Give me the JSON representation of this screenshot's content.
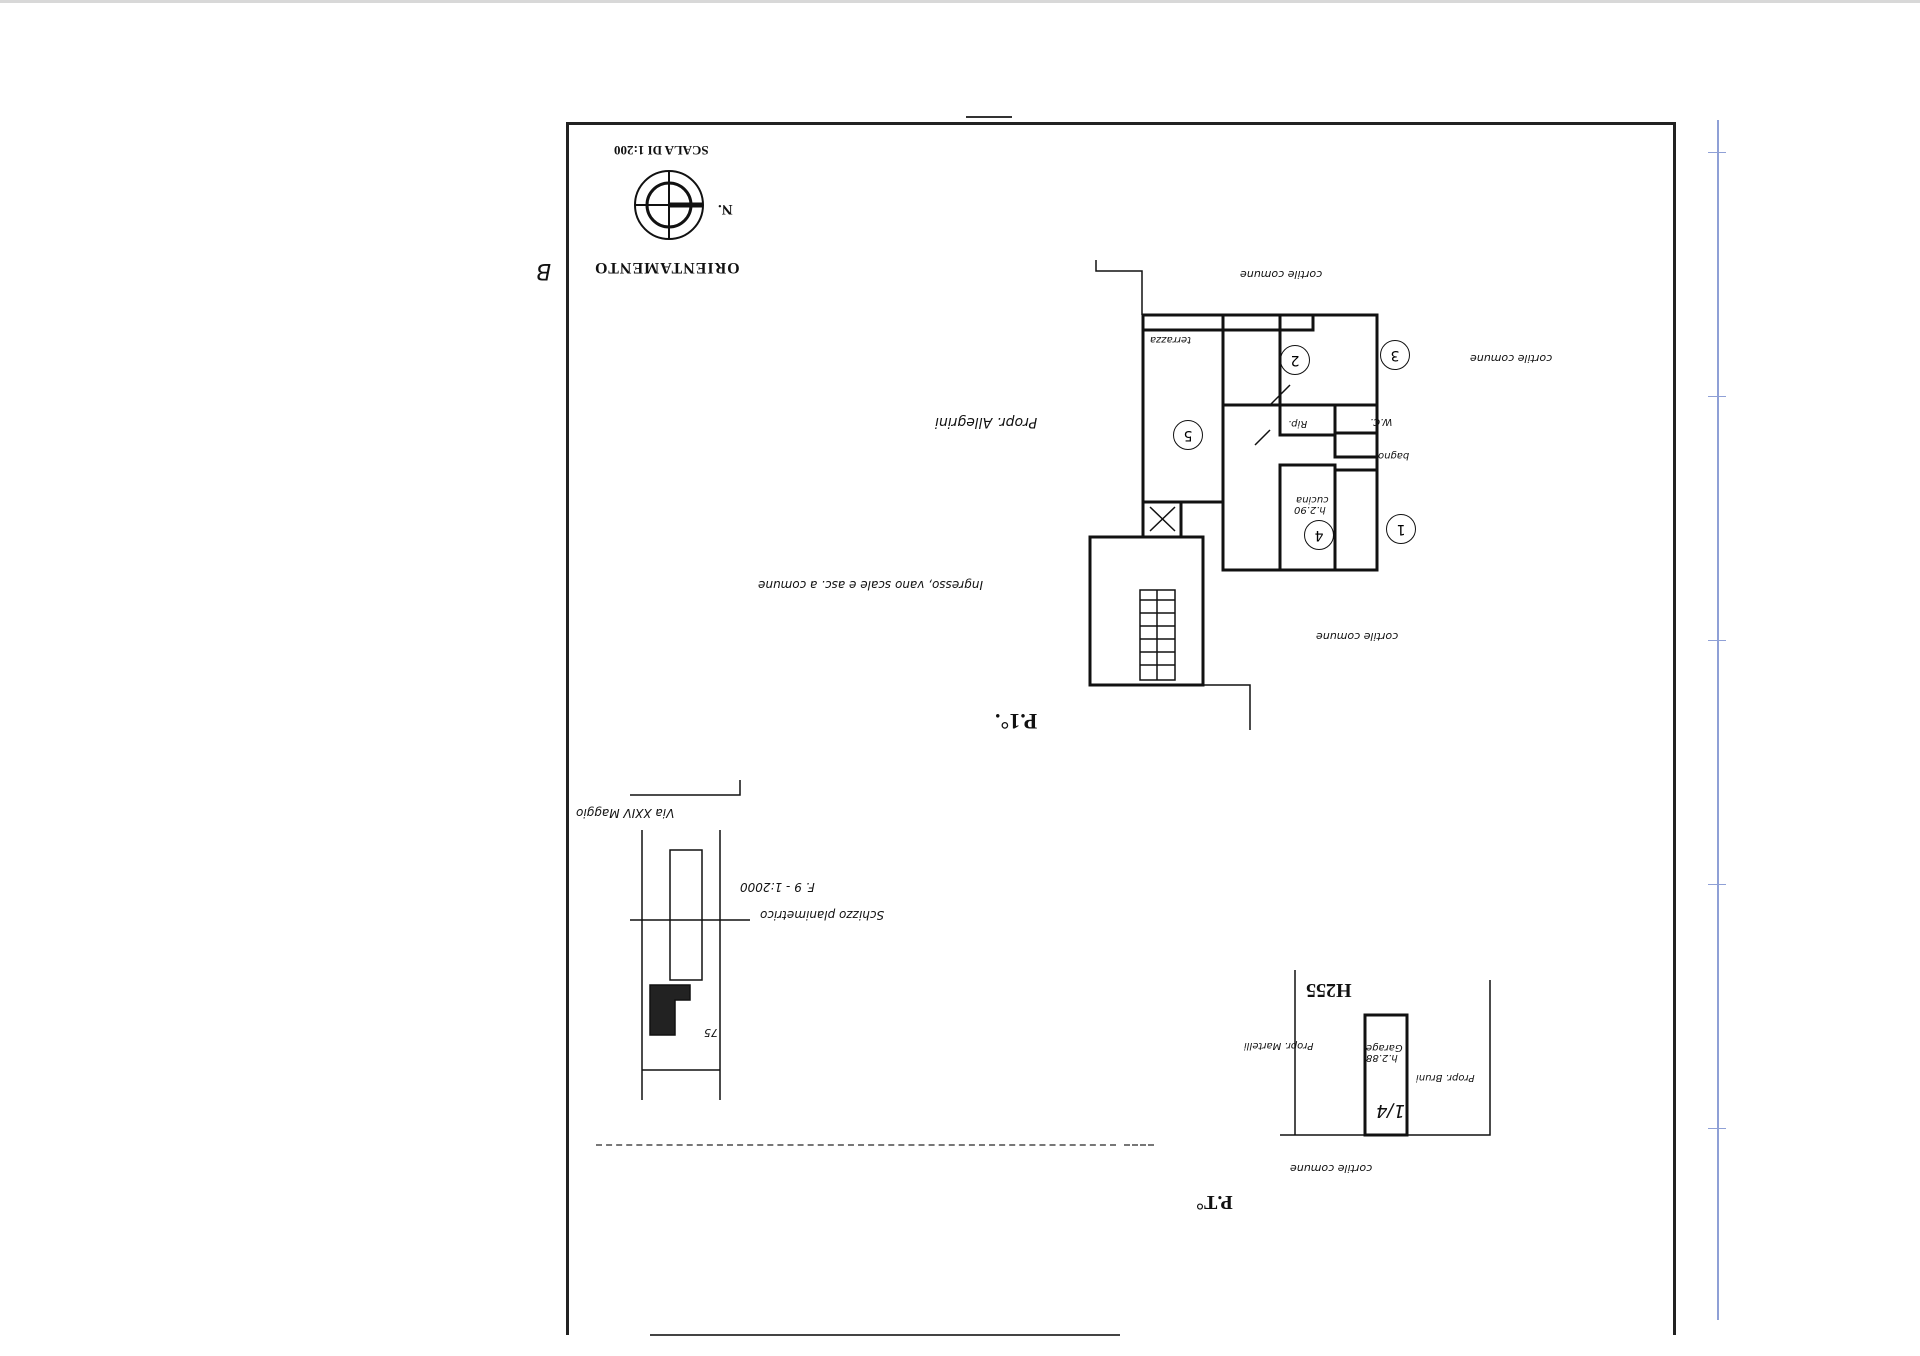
{
  "sheet": {
    "orientamento": "ORIENTAMENTO",
    "north_label": "N.",
    "scale": "SCALA DI 1:200",
    "margin_mark": "B"
  },
  "plan": {
    "floor_label": "P.1°.",
    "neighbor_label": "Propr. Allegrini",
    "entrance_label": "Ingresso, vano scale e asc. a comune",
    "terrace": "terrazza",
    "kitchen": "cucina",
    "kitchen_height": "h.2.90",
    "bath": "bagno",
    "wc": "W.C.",
    "storage": "Rip.",
    "courtyard_top": "cortile comune",
    "courtyard_right": "cortile comune",
    "courtyard_bottom": "cortile comune",
    "rooms": [
      "1",
      "2",
      "3",
      "4",
      "5"
    ]
  },
  "site_sketch": {
    "title": "Schizzo planimetrico",
    "sheet_ref": "F. 9 - 1:2000",
    "street": "Via XXIV Maggio",
    "parcel": "75"
  },
  "garage": {
    "floor_label": "P.T°",
    "sheet_code": "H255",
    "garage_label": "Garage",
    "garage_height": "h.2.88",
    "neighbor_left": "Propr. Bruni",
    "neighbor_right": "Propr. Martelli",
    "courtyard": "cortile comune",
    "unit": "1/4"
  }
}
